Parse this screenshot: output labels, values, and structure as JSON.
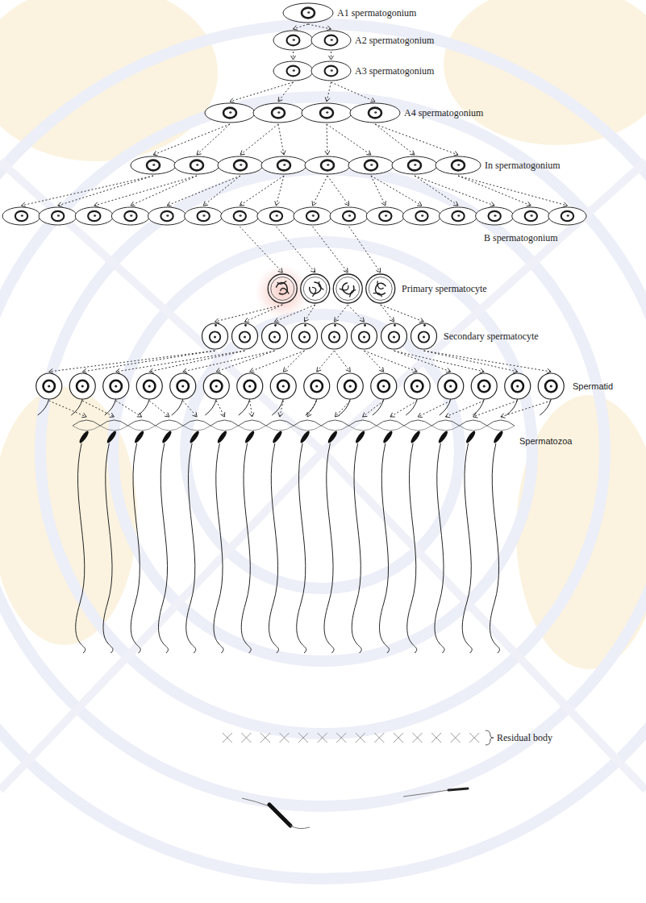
{
  "diagram": {
    "nodes": [
      {
        "text": [
          "A1 spermatogonium"
        ]
      },
      {
        "text": [
          "A2 spermatogonium"
        ]
      },
      {
        "text": [
          "A3 spermatogonium"
        ]
      },
      {
        "text": [
          "A4 spermatogonium"
        ]
      },
      {
        "text": [
          "In spermatogonium"
        ]
      },
      {
        "text": [
          "B spermatogonium"
        ]
      },
      {
        "text": [
          "Primary spermatocyte"
        ]
      },
      {
        "text": [
          "Secondary spermatocyte"
        ]
      },
      {
        "text": [
          "Spermatid"
        ]
      },
      {
        "text": [
          "Spermatozoa"
        ]
      },
      {
        "text": [
          "Residual body"
        ]
      }
    ],
    "edges": [
      {
        "from": 0,
        "to": 1,
        "arrow": "to"
      },
      {
        "from": 1,
        "to": 2,
        "arrow": "to"
      },
      {
        "from": 2,
        "to": 3,
        "arrow": "to"
      },
      {
        "from": 3,
        "to": 4,
        "arrow": "to"
      },
      {
        "from": 4,
        "to": 5,
        "arrow": "to"
      },
      {
        "from": 5,
        "to": 6,
        "arrow": "to"
      },
      {
        "from": 6,
        "to": 7,
        "arrow": "to"
      },
      {
        "from": 7,
        "to": 8,
        "arrow": "to"
      },
      {
        "from": 8,
        "to": 9,
        "arrow": "to"
      }
    ]
  }
}
